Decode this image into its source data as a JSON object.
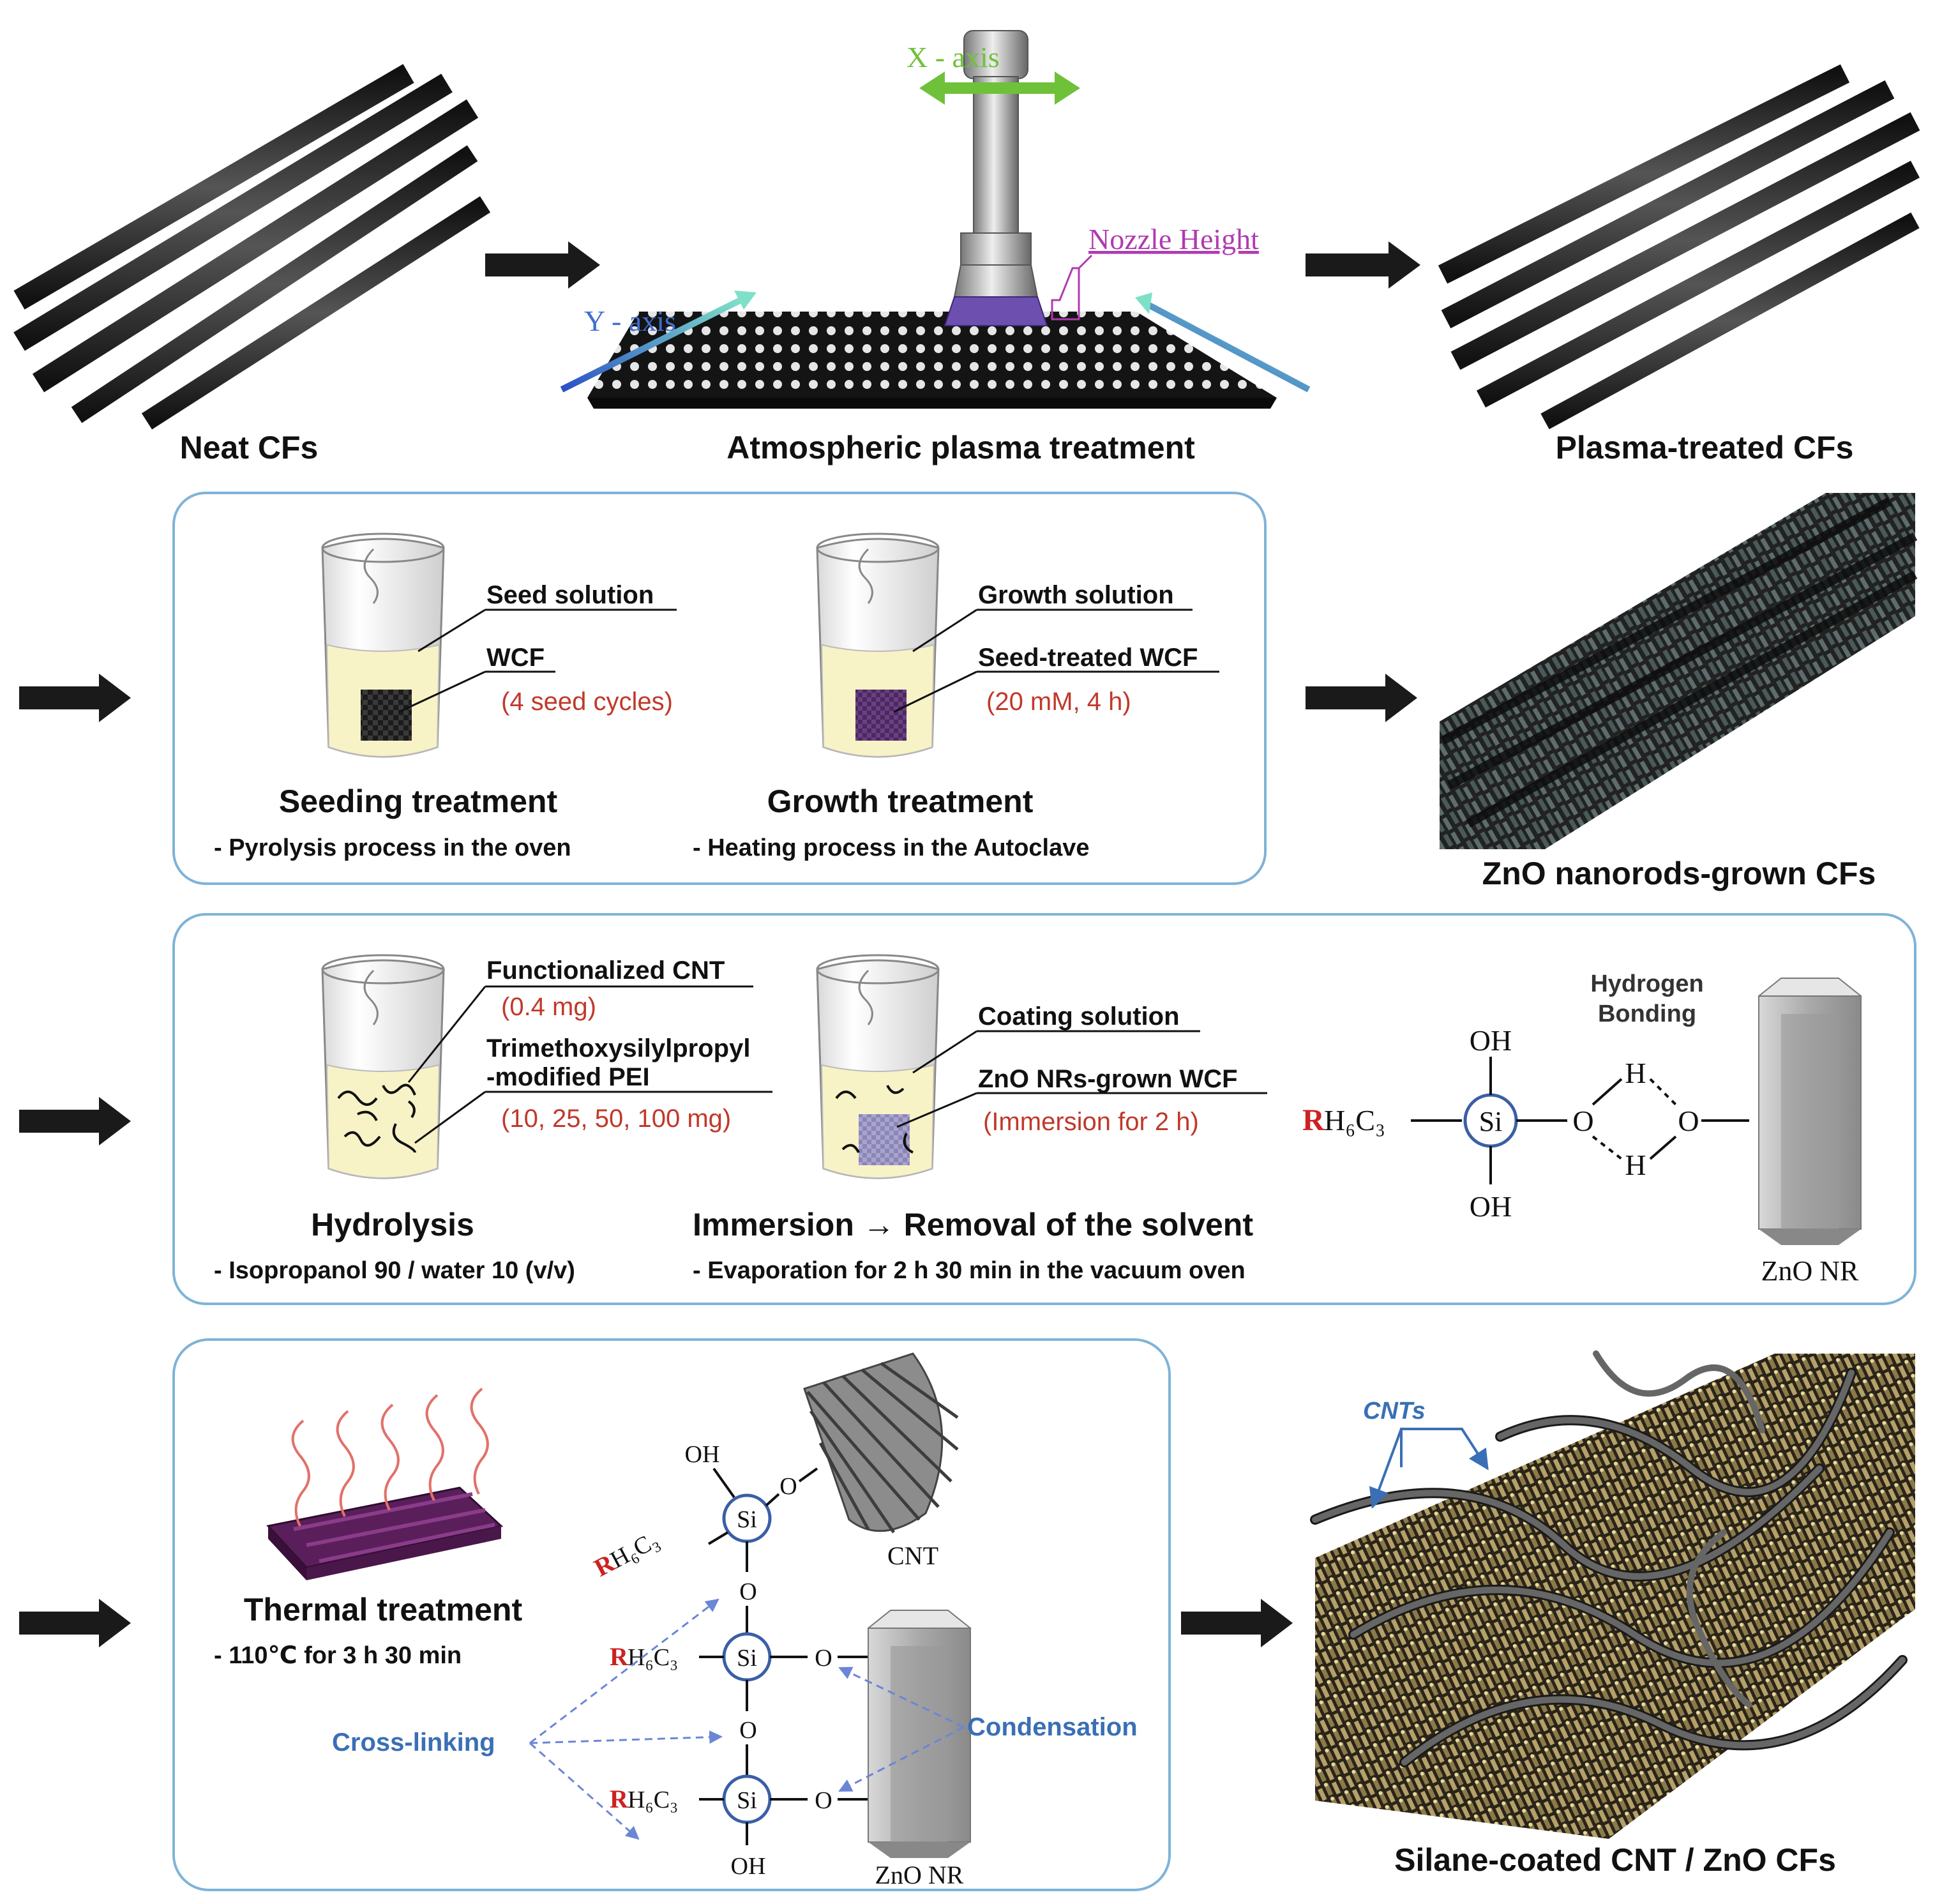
{
  "colors": {
    "box_border": "#7fb3d8",
    "red_text": "#c0392b",
    "blue_text": "#3a6fb5",
    "arrow": "#1a1a1a",
    "x_axis": "#6fc13a",
    "y_axis": "#3f6fd0",
    "nozzle_label": "#b03ab0",
    "r_letter": "#cc2222"
  },
  "row1": {
    "neat_label": "Neat CFs",
    "plasma_label": "Atmospheric plasma treatment",
    "treated_label": "Plasma-treated  CFs",
    "x_axis": "X - axis",
    "y_axis": "Y - axis",
    "nozzle": "Nozzle Height"
  },
  "row2": {
    "seed_solution": "Seed solution",
    "wcf": "WCF",
    "seed_cycles": "(4 seed cycles)",
    "growth_solution": "Growth solution",
    "seed_treated": "Seed-treated WCF",
    "growth_cond": "(20 mM, 4 h)",
    "seeding_title": "Seeding treatment",
    "seeding_sub": "-  Pyrolysis process in the oven",
    "growth_title": "Growth treatment",
    "growth_sub": "-  Heating process in the Autoclave",
    "zno_label": "ZnO nanorods-grown CFs"
  },
  "row3": {
    "func_cnt": "Functionalized  CNT",
    "cnt_amt": "(0.4 mg)",
    "trimethoxy1": "Trimethoxysilylpropyl",
    "trimethoxy2": "-modified PEI",
    "pei_amt": "(10, 25, 50, 100 mg)",
    "coating": "Coating solution",
    "zno_wcf": "ZnO NRs-grown WCF",
    "immersion_time": "(Immersion for 2 h)",
    "hydrolysis_title": "Hydrolysis",
    "hydrolysis_sub": "-  Isopropanol 90 / water 10 (v/v)",
    "immersion_title": "Immersion → Removal of the solvent",
    "immersion_sub": "-  Evaporation for 2 h 30 min in the vacuum oven",
    "oh": "OH",
    "h": "H",
    "o": "O",
    "si": "Si",
    "r": "R",
    "rest": "H₆C₃",
    "hb1": "Hydrogen",
    "hb2": "Bonding",
    "zno_nr": "ZnO NR"
  },
  "row4": {
    "thermal_title": "Thermal treatment",
    "thermal_sub": "-  110℃ for 3 h 30 min",
    "cnt": "CNT",
    "zno_nr": "ZnO NR",
    "cross": "Cross-linking",
    "condensation": "Condensation",
    "oh": "OH",
    "o": "O",
    "si": "Si",
    "r": "R",
    "rest": "H₆C₃",
    "cnts": "CNTs",
    "final_label": "Silane-coated CNT / ZnO CFs"
  }
}
